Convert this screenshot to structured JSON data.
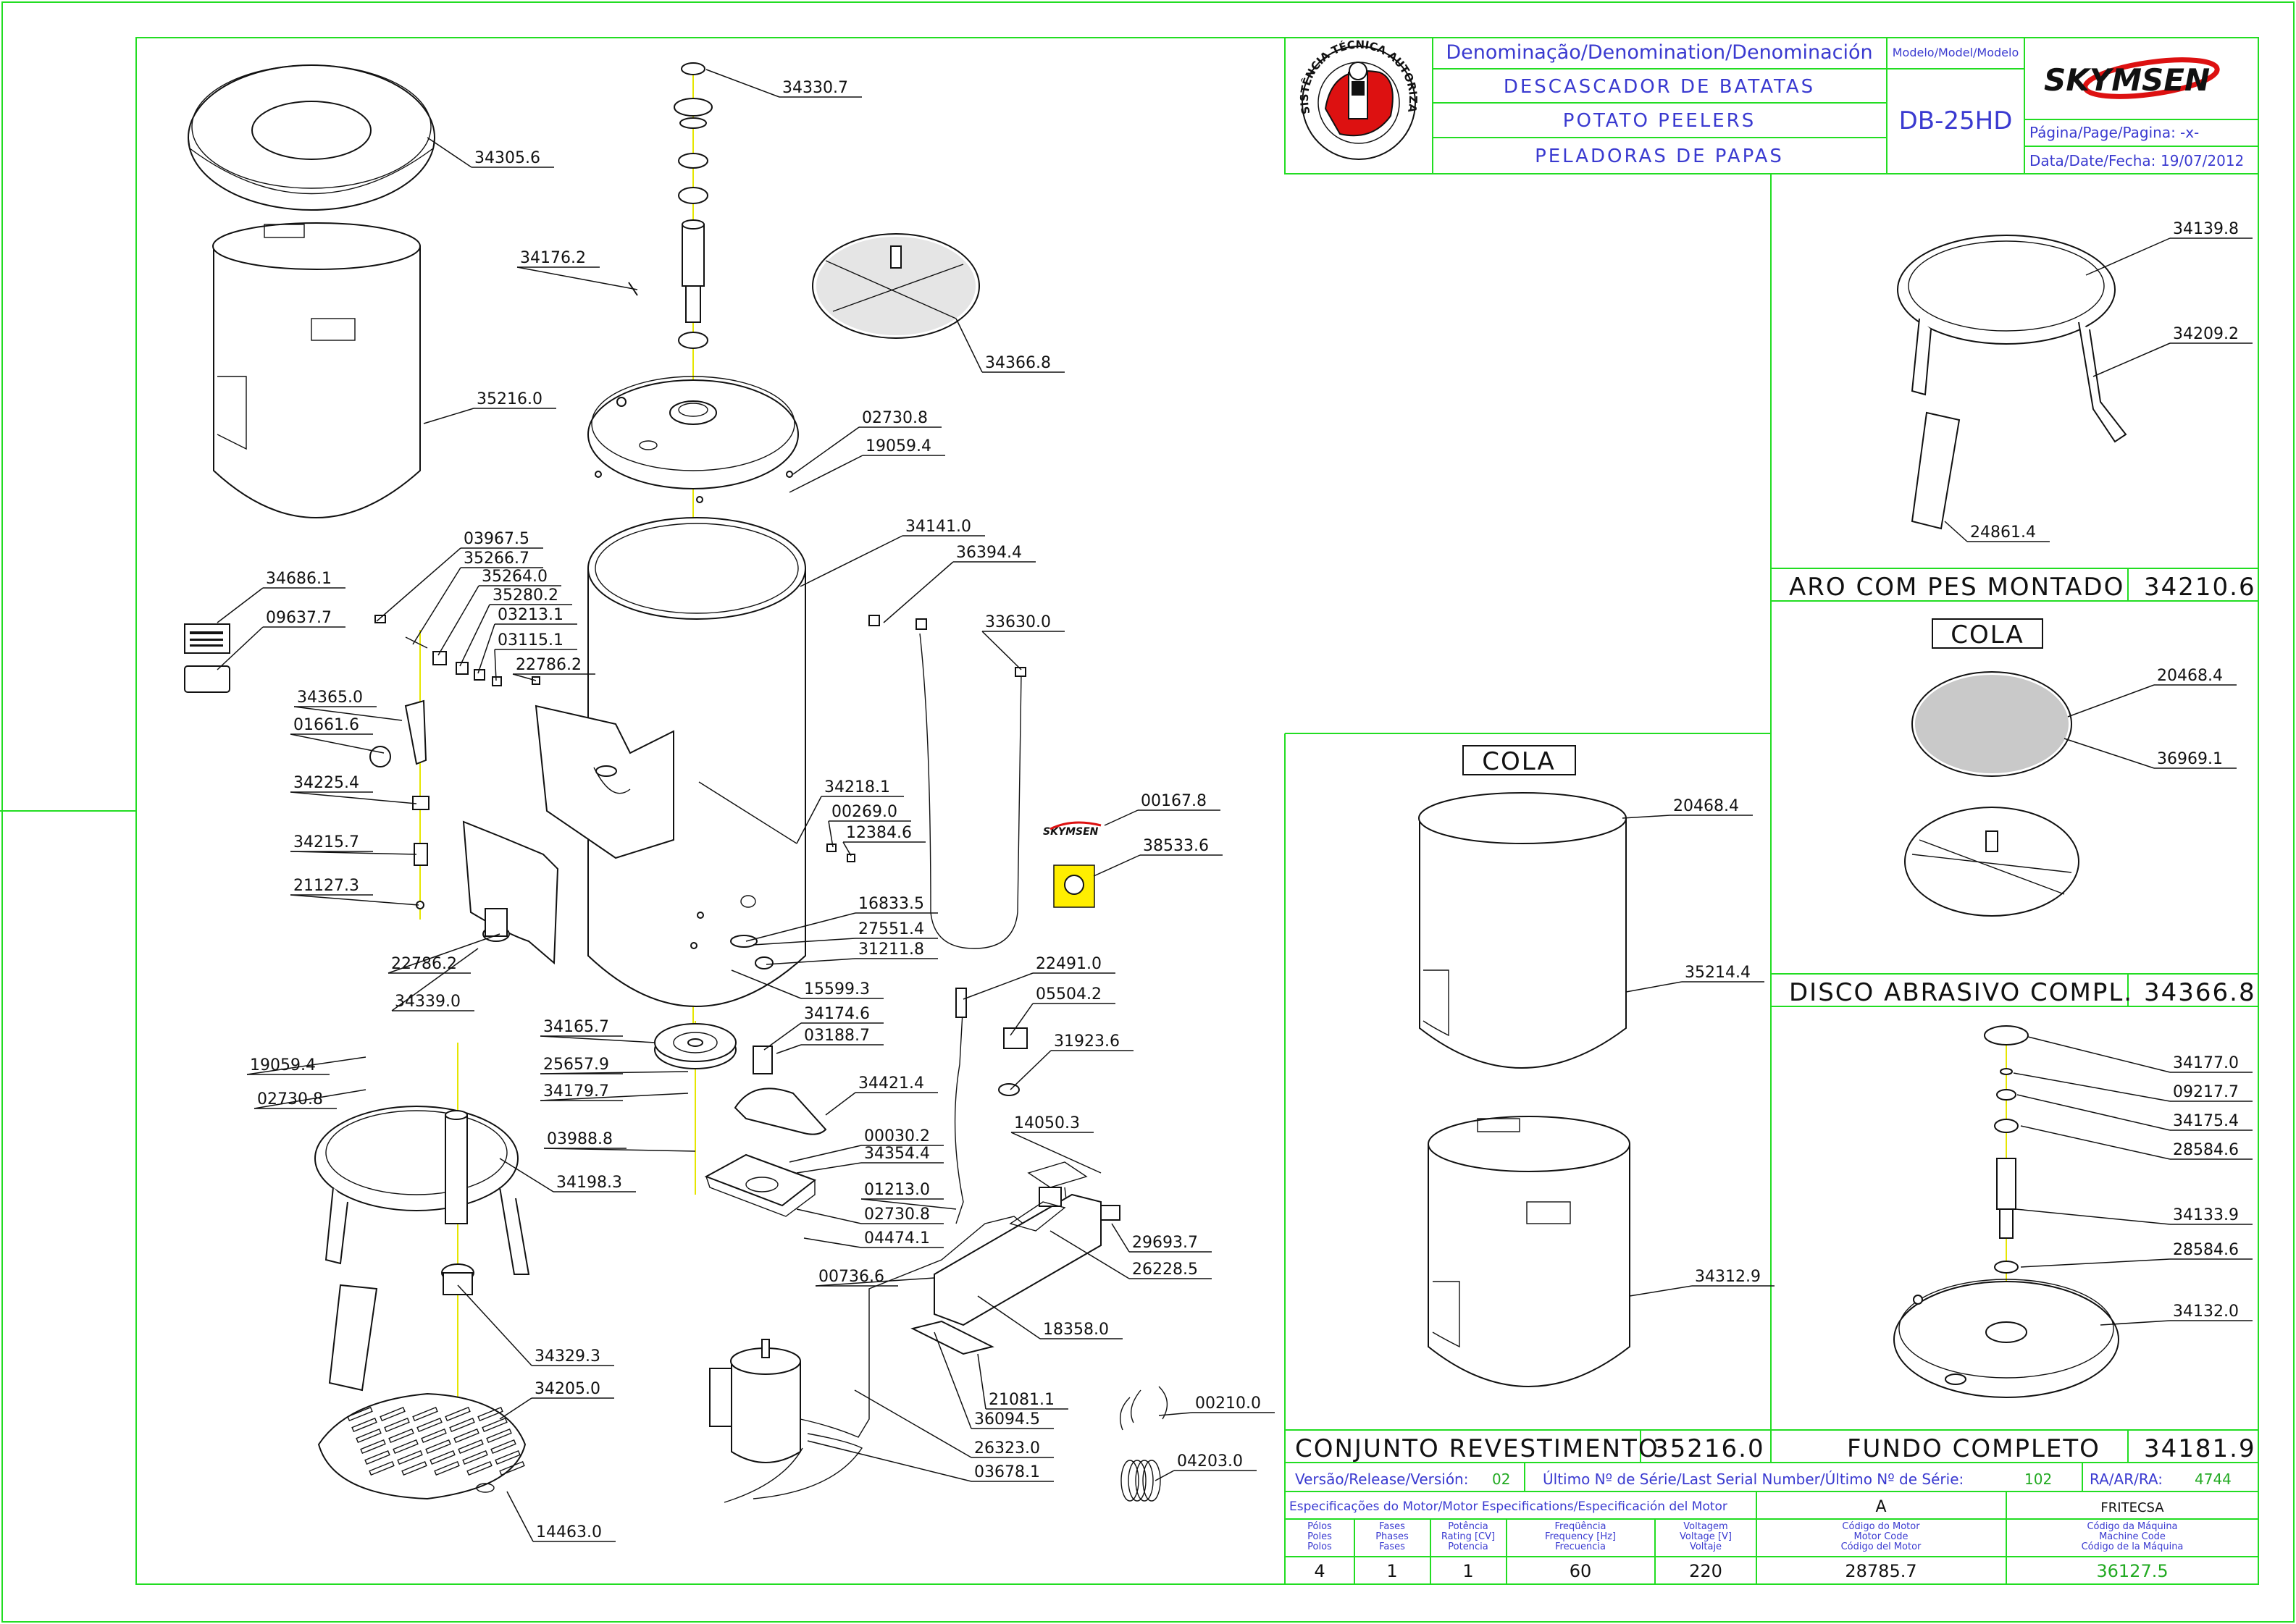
{
  "title_block": {
    "denomination_header": "Denominação/Denomination/Denominación",
    "name_pt": "DESCASCADOR DE BATATAS",
    "name_en": "POTATO PEELERS",
    "name_es": "PELADORAS DE PAPAS",
    "model_header": "Modelo/Model/Modelo",
    "model": "DB-25HD",
    "brand": "SKYMSEN",
    "seal_text": "ASSISTÊNCIA TÉCNICA AUTORIZADA",
    "page_label": "Página/Page/Pagina:",
    "page_value": "-x-",
    "date_label": "Data/Date/Fecha:",
    "date_value": "19/07/2012"
  },
  "main_callouts": [
    "34330.7",
    "34305.6",
    "34176.2",
    "34366.8",
    "35216.0",
    "02730.8",
    "19059.4",
    "34141.0",
    "36394.4",
    "03967.5",
    "35266.7",
    "35264.0",
    "35280.2",
    "34686.1",
    "03213.1",
    "33630.0",
    "09637.7",
    "03115.1",
    "22786.2",
    "34365.0",
    "01661.6",
    "34218.1",
    "00269.0",
    "12384.6",
    "00167.8",
    "34225.4",
    "38533.6",
    "34215.7",
    "21127.3",
    "16833.5",
    "27551.4",
    "31211.8",
    "22786.2",
    "15599.3",
    "34339.0",
    "22491.0",
    "34165.7",
    "34174.6",
    "05504.2",
    "03188.7",
    "19059.4",
    "31923.6",
    "25657.9",
    "34421.4",
    "02730.8",
    "34179.7",
    "14050.3",
    "03988.8",
    "00030.2",
    "34354.4",
    "34198.3",
    "01213.0",
    "02730.8",
    "29693.7",
    "04474.1",
    "26228.5",
    "00736.6",
    "18358.0",
    "34329.3",
    "21081.1",
    "34205.0",
    "36094.5",
    "00210.0",
    "26323.0",
    "03678.1",
    "04203.0",
    "14463.0"
  ],
  "sections": {
    "aro": {
      "title": "ARO COM PES MONTADO",
      "code": "34210.6",
      "callouts": [
        "34139.8",
        "34209.2",
        "24861.4"
      ]
    },
    "disco": {
      "title": "DISCO ABRASIVO COMPL.",
      "code": "34366.8",
      "cola": "COLA",
      "callouts": [
        "20468.4",
        "36969.1"
      ]
    },
    "conjunto": {
      "title": "CONJUNTO REVESTIMENTO",
      "code": "35216.0",
      "cola": "COLA",
      "callouts": [
        "20468.4",
        "35214.4",
        "34312.9"
      ]
    },
    "fundo": {
      "title": "FUNDO COMPLETO",
      "code": "34181.9",
      "callouts": [
        "34177.0",
        "09217.7",
        "34175.4",
        "28584.6",
        "34133.9",
        "28584.6",
        "34132.0"
      ]
    }
  },
  "footer": {
    "release_label": "Versão/Release/Versión:",
    "release_value": "02",
    "serial_label": "Último Nº de Série/Last Serial Number/Último Nº de Série:",
    "serial_value": "102",
    "ra_label": "RA/AR/RA:",
    "ra_value": "4744",
    "motor_spec_label": "Especificações do Motor/Motor Especifications/Especificación del Motor",
    "col_a": "A",
    "col_fritecsa": "FRITECSA",
    "headers": [
      [
        "Pólos",
        "Poles",
        "Polos"
      ],
      [
        "Fases",
        "Phases",
        "Fases"
      ],
      [
        "Potência",
        "Rating [CV]",
        "Potencia"
      ],
      [
        "Freqüência",
        "Frequency [Hz]",
        "Frecuencia"
      ],
      [
        "Voltagem",
        "Voltage [V]",
        "Voltaje"
      ],
      [
        "Código do Motor",
        "Motor Code",
        "Código del Motor"
      ],
      [
        "Código da Máquina",
        "Machine Code",
        "Código de la Máquina"
      ]
    ],
    "values": [
      "4",
      "1",
      "1",
      "60",
      "220",
      "28785.7",
      "36127.5"
    ]
  },
  "colors": {
    "frame": "#22dd22",
    "title_text": "#3a3ad0",
    "axis": "#e6e600",
    "brand_red": "#dd1111"
  }
}
